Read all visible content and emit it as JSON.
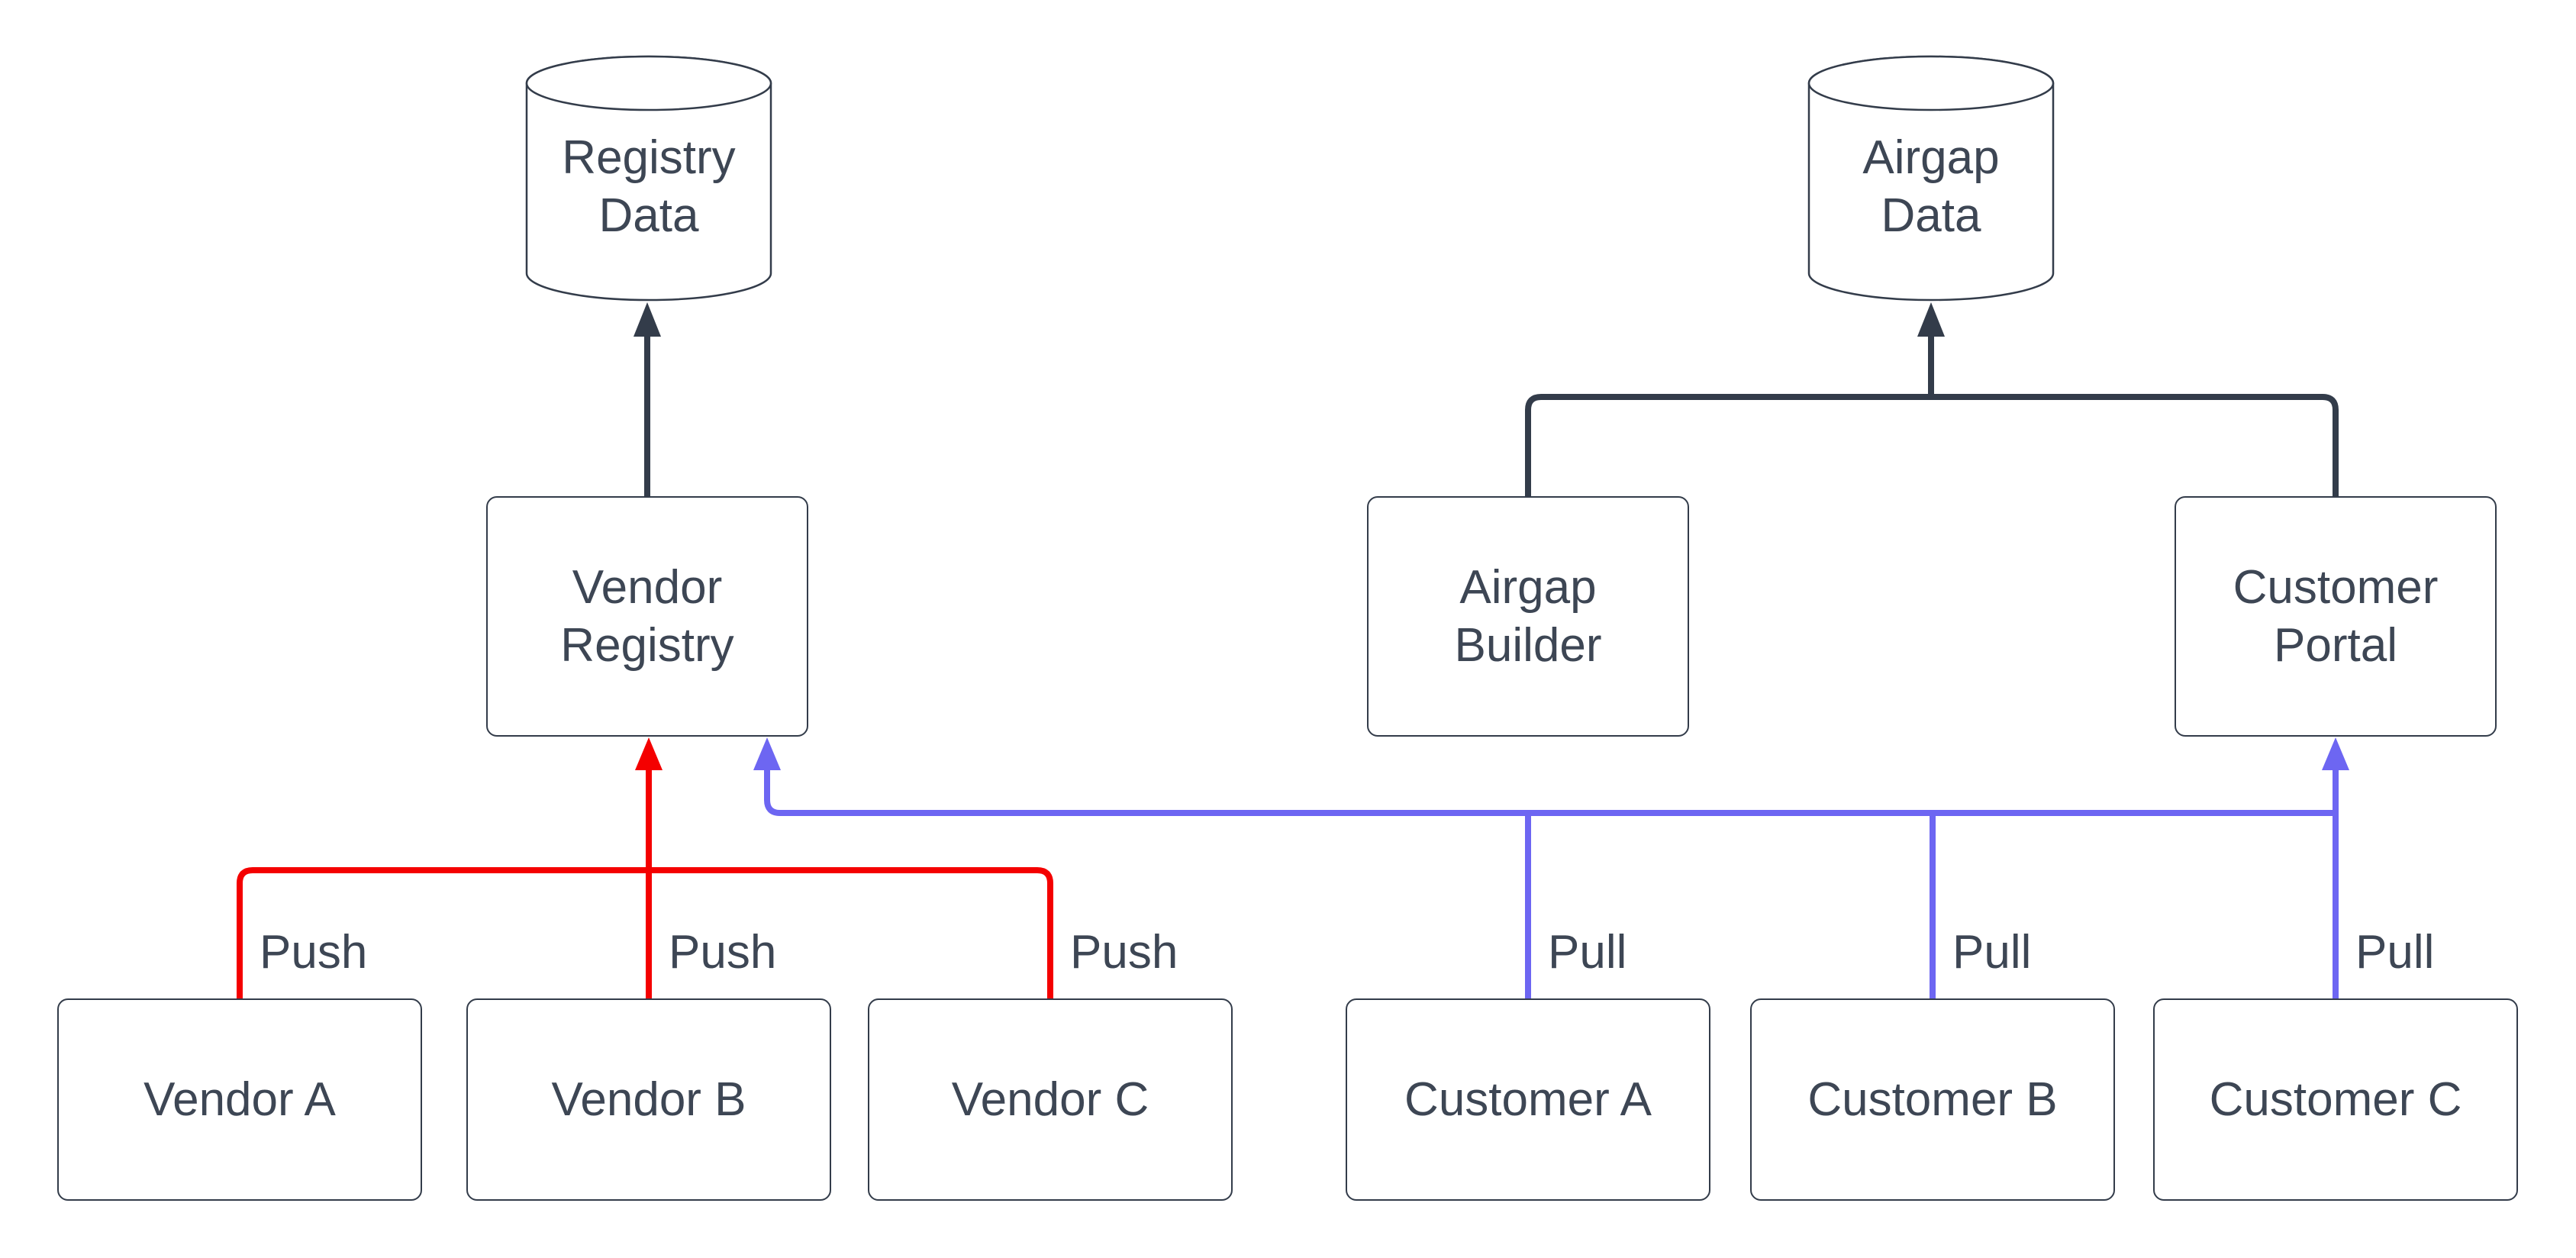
{
  "diagram_type": "flowchart",
  "colors": {
    "background": "#ffffff",
    "node_border": "#333c4a",
    "text": "#3d4654",
    "push_edge": "#f40000",
    "pull_edge": "#6d66f2",
    "flow_edge": "#333c4a"
  },
  "nodes": {
    "registry_data": {
      "shape": "cylinder",
      "line1": "Registry",
      "line2": "Data"
    },
    "airgap_data": {
      "shape": "cylinder",
      "line1": "Airgap",
      "line2": "Data"
    },
    "vendor_registry": {
      "shape": "box",
      "line1": "Vendor",
      "line2": "Registry"
    },
    "airgap_builder": {
      "shape": "box",
      "line1": "Airgap",
      "line2": "Builder"
    },
    "customer_portal": {
      "shape": "box",
      "line1": "Customer",
      "line2": "Portal"
    },
    "vendor_a": {
      "shape": "box",
      "label": "Vendor A"
    },
    "vendor_b": {
      "shape": "box",
      "label": "Vendor B"
    },
    "vendor_c": {
      "shape": "box",
      "label": "Vendor C"
    },
    "customer_a": {
      "shape": "box",
      "label": "Customer A"
    },
    "customer_b": {
      "shape": "box",
      "label": "Customer B"
    },
    "customer_c": {
      "shape": "box",
      "label": "Customer C"
    }
  },
  "edges": {
    "push_a": {
      "label": "Push",
      "from": "vendor_a",
      "to": "vendor_registry",
      "color": "#f40000"
    },
    "push_b": {
      "label": "Push",
      "from": "vendor_b",
      "to": "vendor_registry",
      "color": "#f40000"
    },
    "push_c": {
      "label": "Push",
      "from": "vendor_c",
      "to": "vendor_registry",
      "color": "#f40000"
    },
    "pull_a": {
      "label": "Pull",
      "from": "customer_a",
      "to": "vendor_registry",
      "color": "#6d66f2"
    },
    "pull_b": {
      "label": "Pull",
      "from": "customer_b",
      "to": "vendor_registry",
      "color": "#6d66f2"
    },
    "pull_c": {
      "label": "Pull",
      "from": "customer_c",
      "to": "customer_portal",
      "color": "#6d66f2"
    }
  },
  "connections": [
    {
      "from": "vendor_registry",
      "to": "registry_data"
    },
    {
      "from": "airgap_builder",
      "to": "airgap_data"
    },
    {
      "from": "customer_portal",
      "to": "airgap_data"
    }
  ]
}
